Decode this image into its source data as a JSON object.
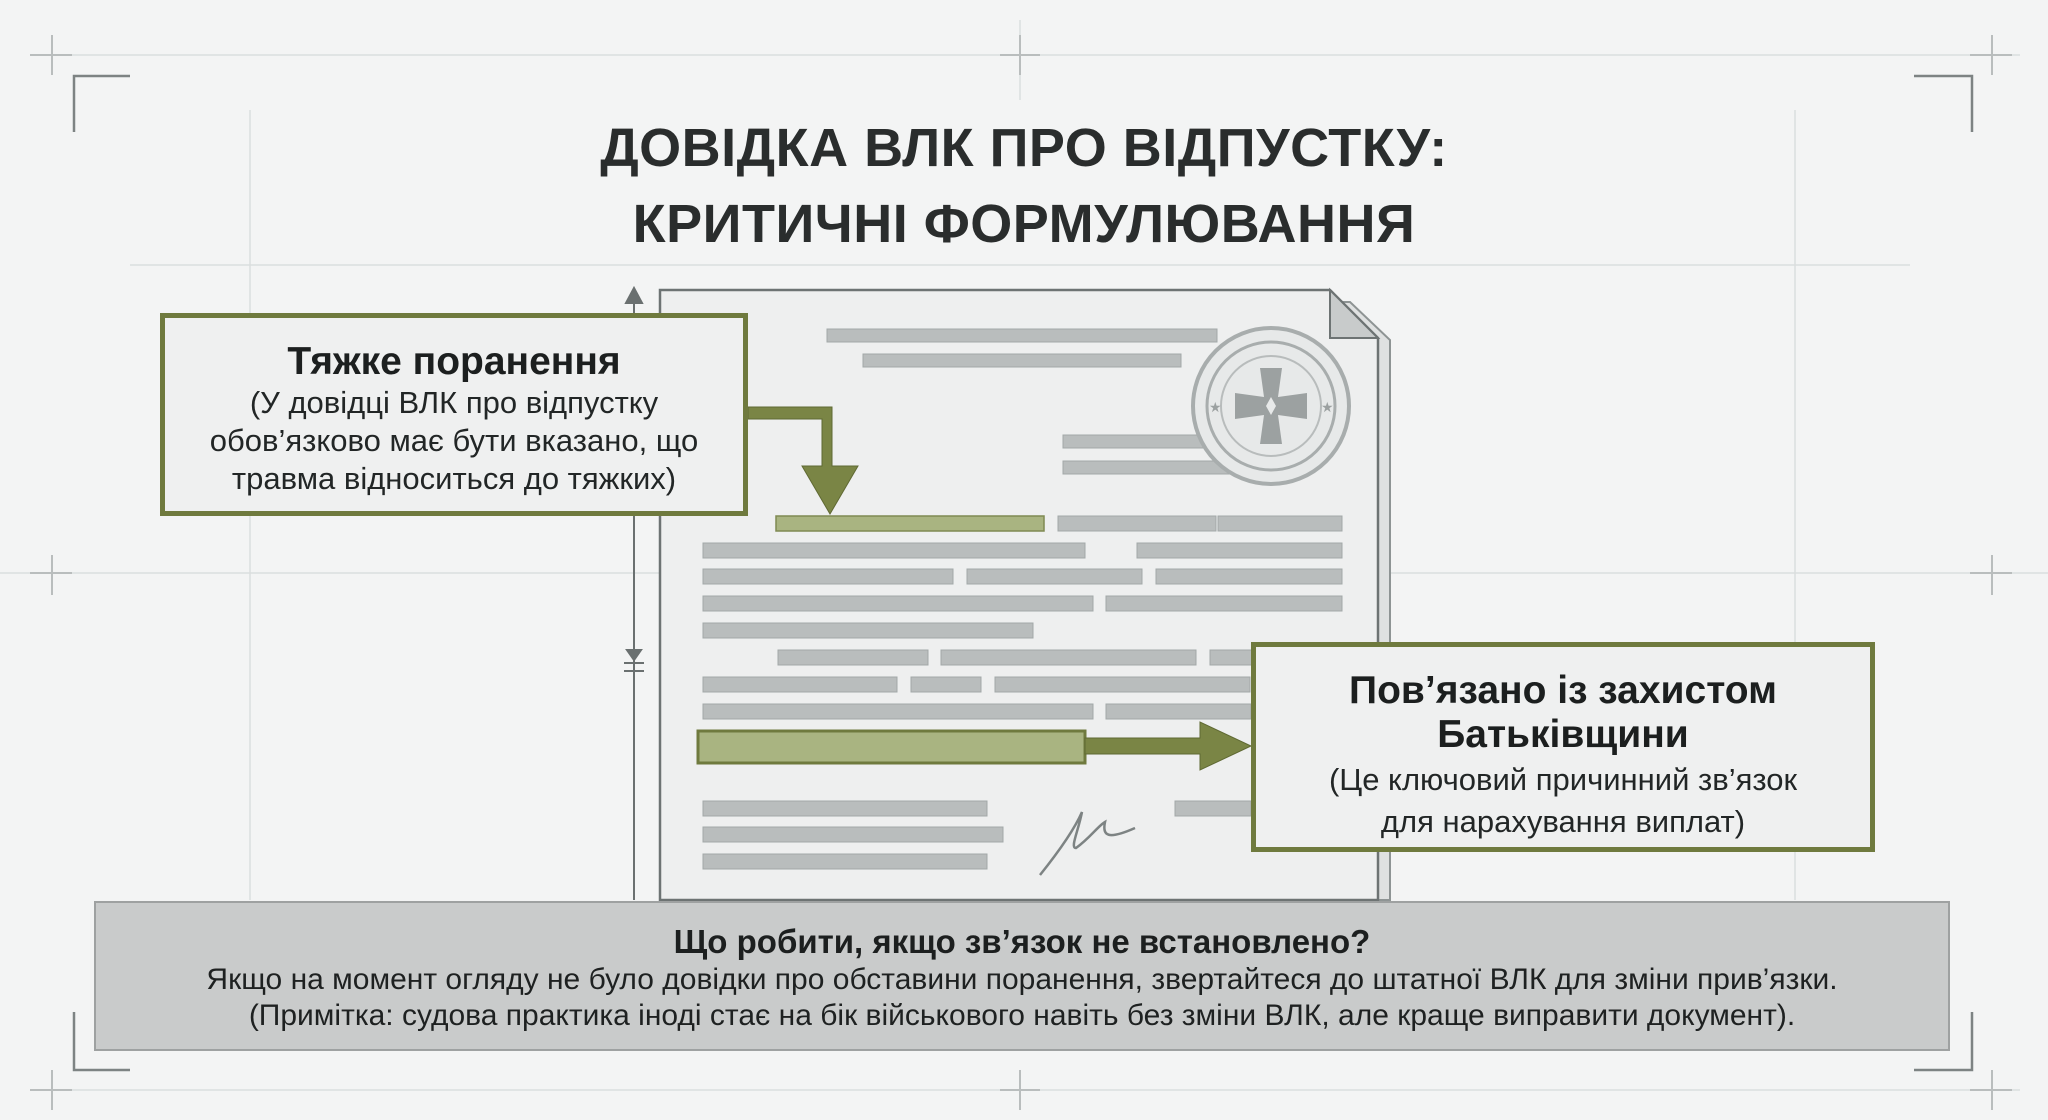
{
  "header": {
    "title_line1": "ДОВІДКА ВЛК ПРО ВІДПУСТКУ:",
    "title_line2": "КРИТИЧНІ ФОРМУЛЮВАННЯ"
  },
  "callouts": {
    "left": {
      "title": "Тяжке поранення",
      "body": [
        "(У довідці ВЛК про відпустку",
        "обов’язково має бути вказано, що",
        "травма відноситься до тяжких)"
      ]
    },
    "right": {
      "title": [
        "Пов’язано із захистом",
        "Батьківщини"
      ],
      "body": [
        "(Це ключовий причинний зв’язок",
        "для нарахування виплат)"
      ]
    }
  },
  "bottom": {
    "question": "Що робити, якщо зв’язок не встановлено?",
    "line1": "Якщо на момент огляду не було довідки про обставини поранення, звертайтеся до штатної ВЛК для зміни прив’язки.",
    "line2": "(Примітка: судова практика іноді стає на бік військового навіть без зміни ВЛК, але краще виправити документ)."
  },
  "icons": [
    "military-cross-stamp-icon",
    "signature-icon",
    "arrow-down-icon",
    "arrow-right-icon"
  ],
  "colors": {
    "accent_olive": "#6f7a3e",
    "highlight_olive": "#a9b481",
    "document_lines": "#b8bcbc",
    "bottom_box": "#c9cbcb"
  }
}
